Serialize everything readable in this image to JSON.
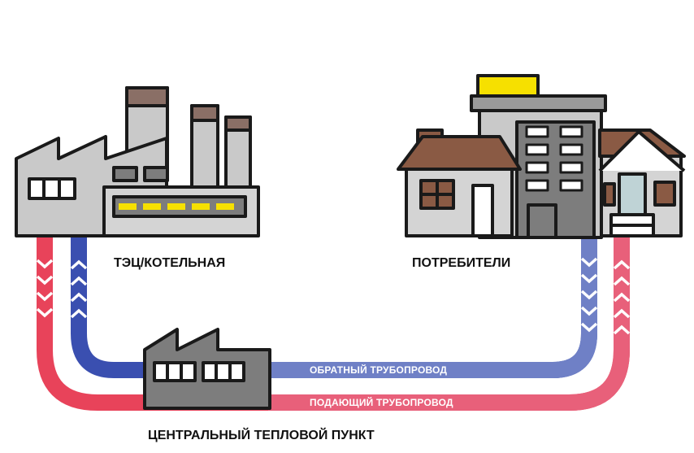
{
  "labels": {
    "source": "ТЭЦ/КОТЕЛЬНАЯ",
    "consumers": "ПОТРЕБИТЕЛИ",
    "substation": "ЦЕНТРАЛЬНЫЙ ТЕПЛОВОЙ ПУНКТ",
    "return_pipe": "ОБРАТНЫЙ ТРУБОПРОВОД",
    "supply_pipe": "ПОДАЮЩИЙ ТРУБОПРОВОД"
  },
  "colors": {
    "supply": "#e8435a",
    "return": "#3a4fb0",
    "return_light": "#6f80c6",
    "supply_light": "#e8607a",
    "building_gray": "#c9c9c9",
    "dark_gray": "#7d7d7d",
    "outline": "#1a1a1a",
    "roof_brown": "#8a5a44",
    "accent_yellow": "#f6e000",
    "door_teal": "#bfd3d6"
  },
  "icons": [
    "power-plant-icon",
    "apartment-building-icon",
    "house-icon",
    "cottage-icon",
    "heat-substation-icon",
    "chevron-up-icon",
    "chevron-down-icon"
  ]
}
